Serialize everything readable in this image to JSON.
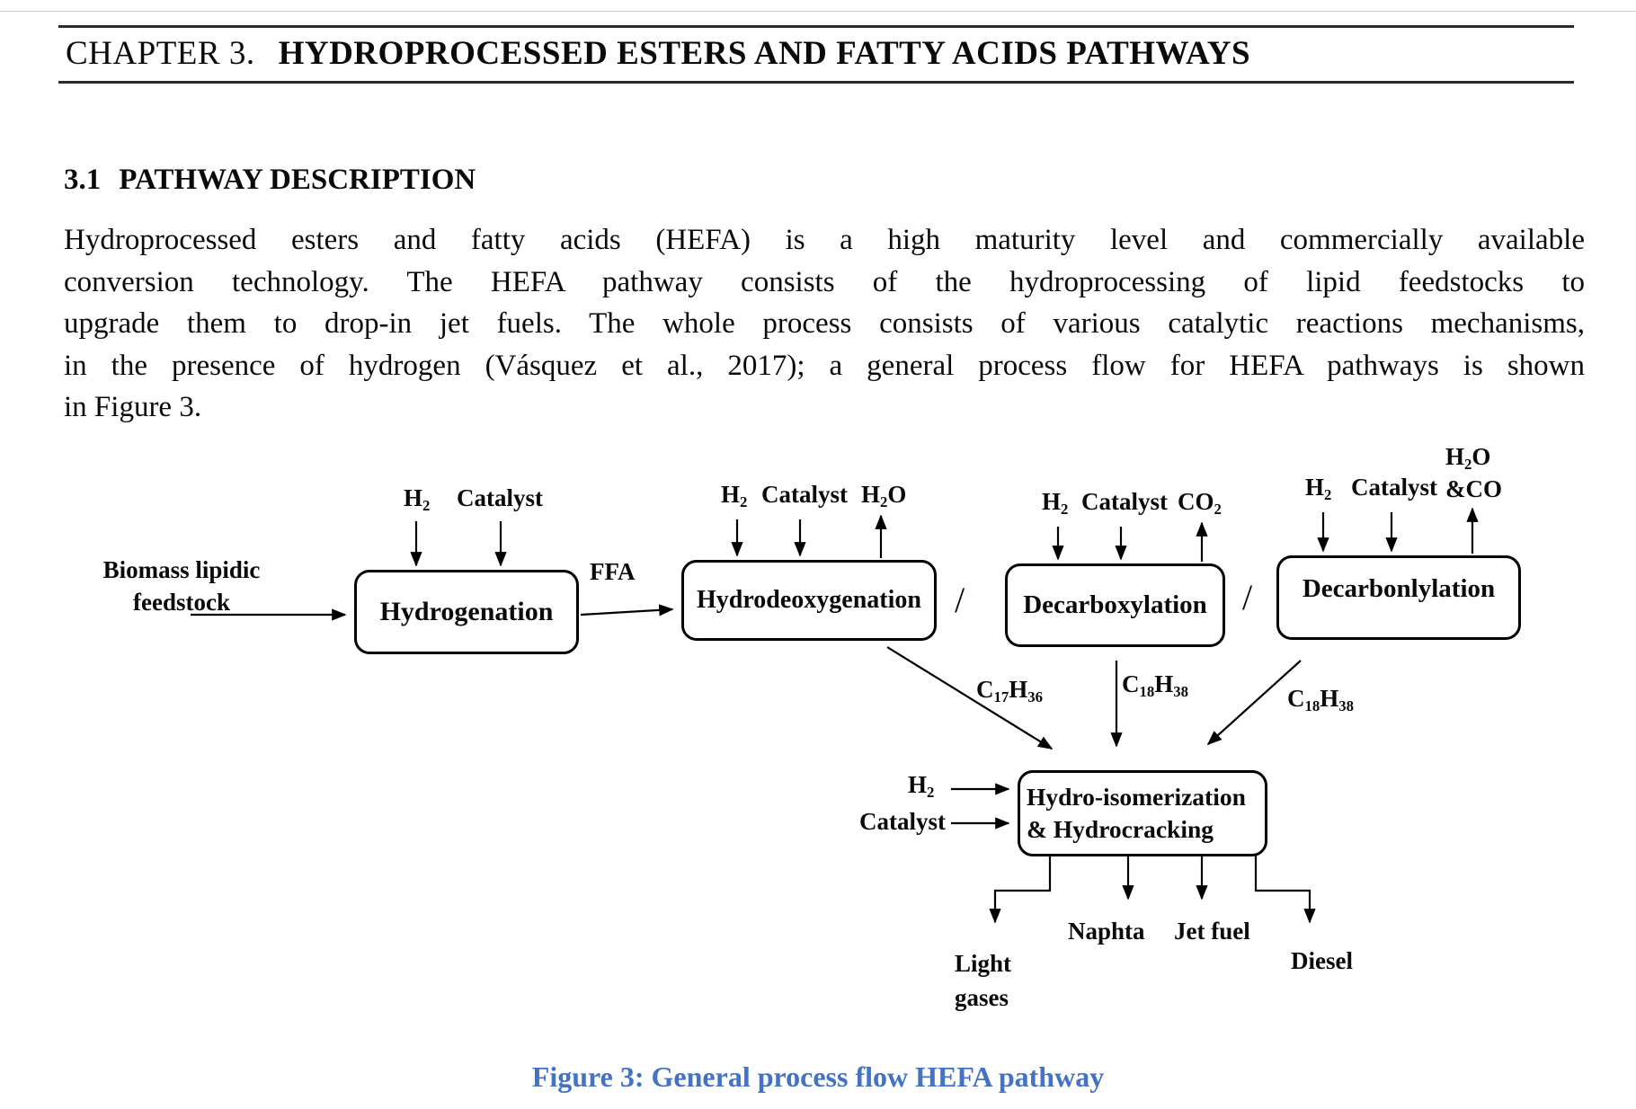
{
  "chapter": {
    "prefix": "CHAPTER 3.",
    "title": "HYDROPROCESSED ESTERS AND FATTY ACIDS PATHWAYS"
  },
  "section": {
    "number": "3.1",
    "title": "PATHWAY DESCRIPTION"
  },
  "paragraph": {
    "lines": [
      "Hydroprocessed esters and fatty acids (HEFA) is a high maturity level and commercially available",
      "conversion technology. The HEFA pathway consists of the hydroprocessing of lipid feedstocks to",
      "upgrade them to drop-in jet fuels. The whole process consists of various catalytic reactions mechanisms,",
      "in the presence of hydrogen (Vásquez et al., 2017); a general process flow for HEFA pathways is shown",
      "in Figure 3."
    ]
  },
  "diagram": {
    "feed": {
      "line1": "Biomass lipidic",
      "line2": "feedstock"
    },
    "ffa": "FFA",
    "slash": "/",
    "hydrogenation": {
      "label": "Hydrogenation",
      "h2": "H<sub>2</sub>",
      "catalyst": "Catalyst"
    },
    "hydrodeoxygenation": {
      "label": "Hydrodeoxygenation",
      "h2": "H<sub>2</sub>",
      "catalyst": "Catalyst",
      "output": "H<sub>2</sub>O"
    },
    "decarboxylation": {
      "label": "Decarboxylation",
      "h2": "H<sub>2</sub>",
      "catalyst": "Catalyst",
      "output": "CO<sub>2</sub>"
    },
    "decarbonlylation": {
      "label": "Decarbonlylation",
      "h2": "H<sub>2</sub>",
      "catalyst": "Catalyst",
      "output_line1": "H<sub>2</sub>O",
      "output_line2": "&amp;CO"
    },
    "intermediates": {
      "c17h36": "C<sub>17</sub>H<sub>36</sub>",
      "c18h38_mid": "C<sub>18</sub>H<sub>38</sub>",
      "c18h38_right": "C<sub>18</sub>H<sub>38</sub>"
    },
    "hydroiso": {
      "line1": "Hydro-isomerization",
      "line2": "& Hydrocracking",
      "h2": "H<sub>2</sub>",
      "catalyst": "Catalyst"
    },
    "outputs": {
      "light_line1": "Light",
      "light_line2": "gases",
      "naphta": "Naphta",
      "jet_fuel": "Jet fuel",
      "diesel": "Diesel"
    }
  },
  "caption": {
    "text": "Figure 3: General process flow HEFA pathway",
    "color": "#4472C4"
  }
}
